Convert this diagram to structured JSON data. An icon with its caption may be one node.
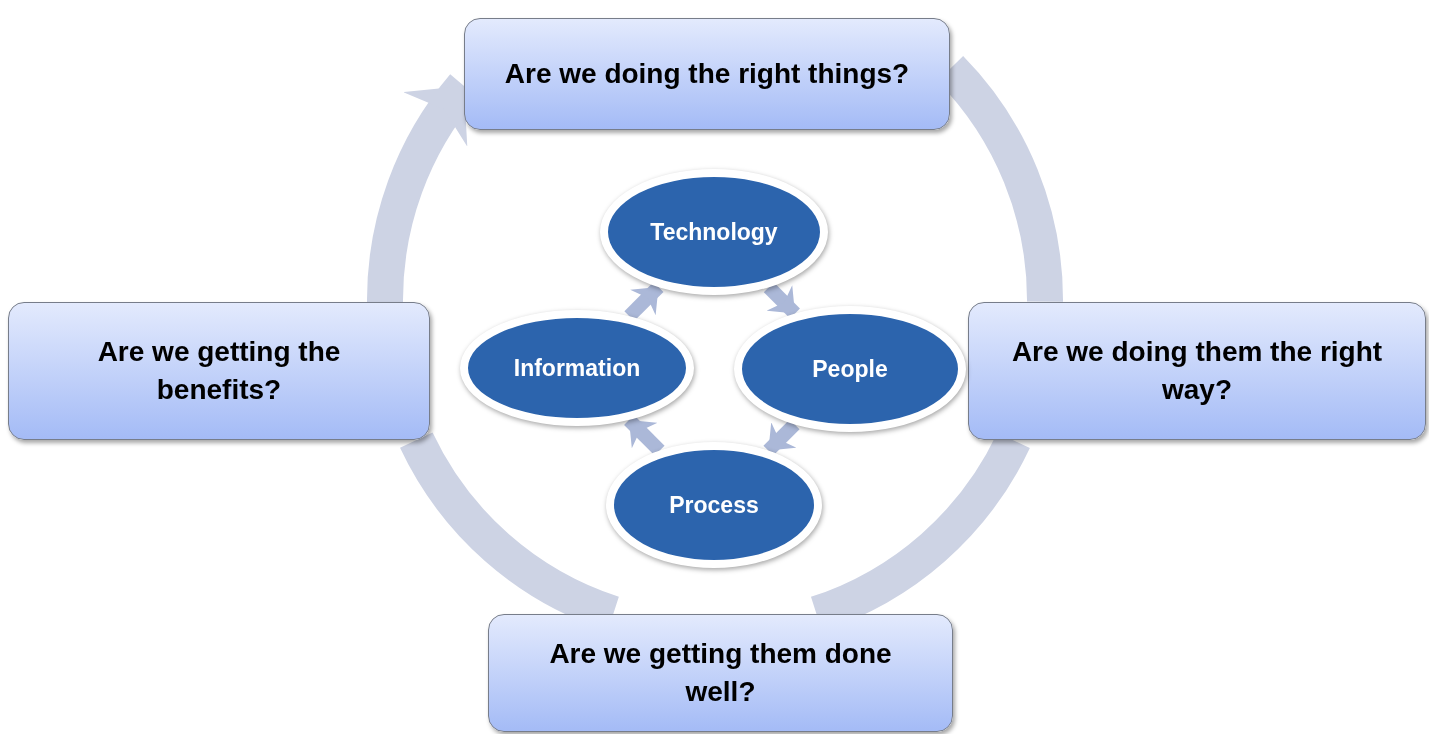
{
  "diagram": {
    "nodes": [
      {
        "text": [
          "Are we doing the right things?"
        ]
      },
      {
        "text": [
          "Are we doing them the right way?"
        ]
      },
      {
        "text": [
          "Are we getting them done well?"
        ]
      },
      {
        "text": [
          "Are we getting the benefits?"
        ]
      },
      {
        "text": [
          "Technology"
        ]
      },
      {
        "text": [
          "Information"
        ]
      },
      {
        "text": [
          "People"
        ]
      },
      {
        "text": [
          "Process"
        ]
      }
    ],
    "edges": [
      {
        "from": 0,
        "to": 1,
        "arrow": "none",
        "style": "thick"
      },
      {
        "from": 1,
        "to": 2,
        "arrow": "none",
        "style": "thick"
      },
      {
        "from": 2,
        "to": 3,
        "arrow": "none",
        "style": "thick"
      },
      {
        "from": 3,
        "to": 0,
        "arrow": "to",
        "style": "thick"
      },
      {
        "from": 4,
        "to": 6,
        "arrow": "to"
      },
      {
        "from": 6,
        "to": 7,
        "arrow": "to"
      },
      {
        "from": 7,
        "to": 5,
        "arrow": "to"
      },
      {
        "from": 5,
        "to": 4,
        "arrow": "to"
      }
    ]
  }
}
